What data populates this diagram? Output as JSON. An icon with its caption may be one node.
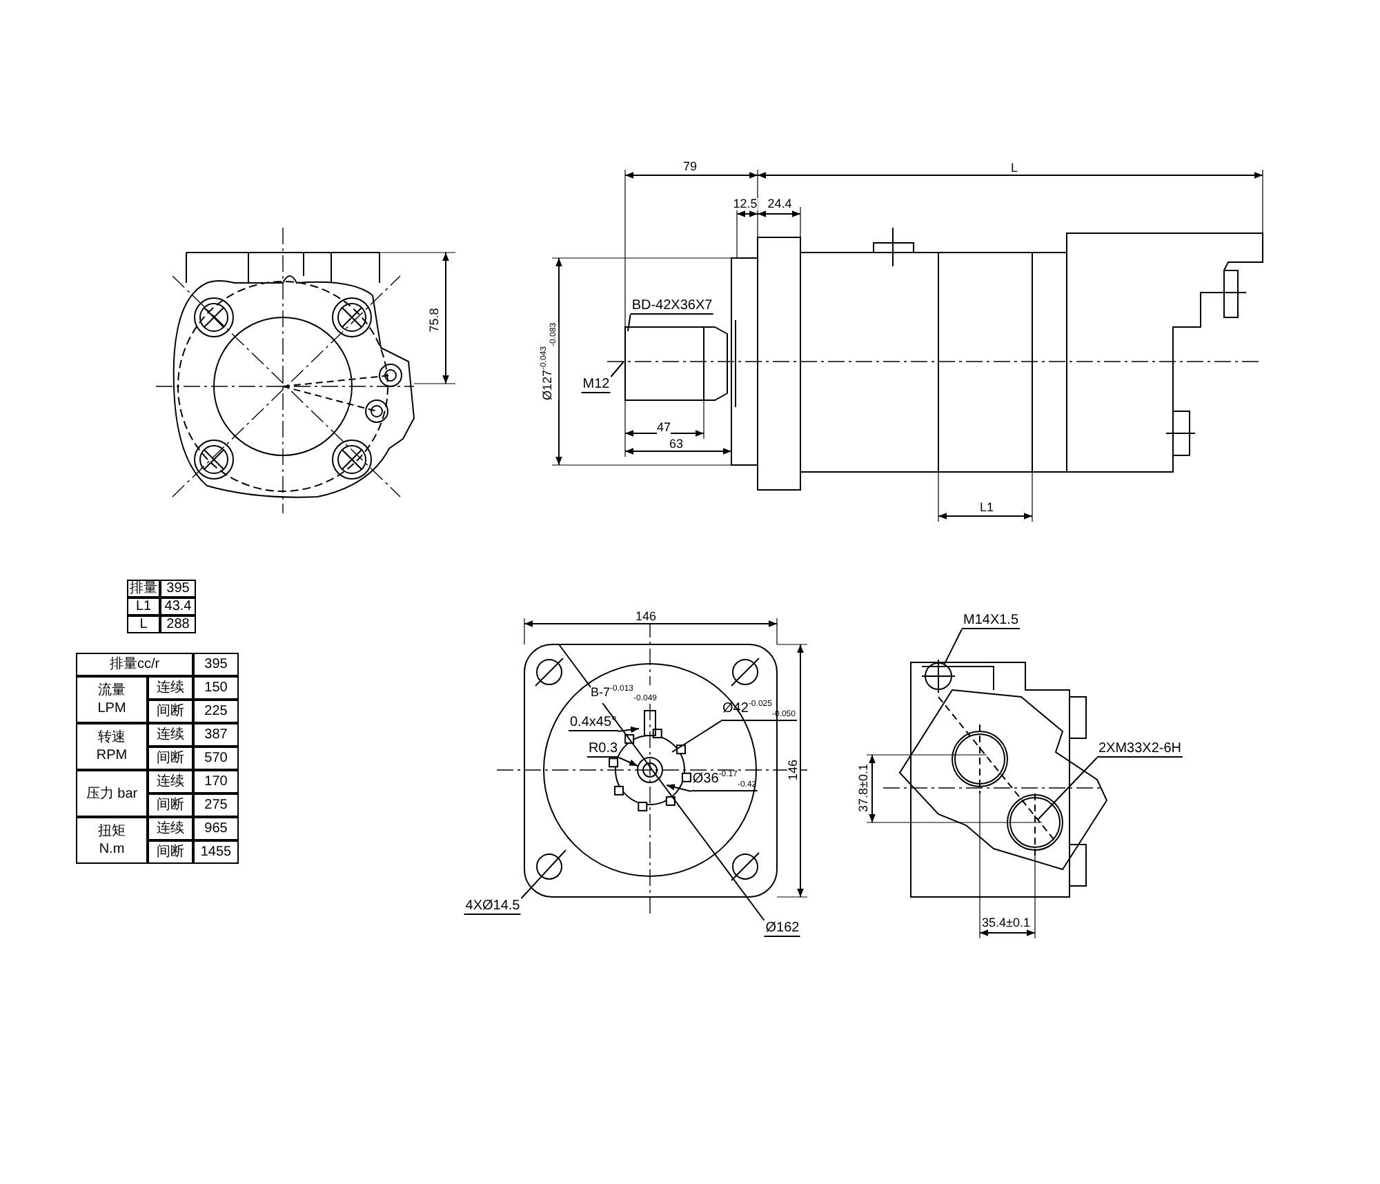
{
  "diagram": {
    "nodes": [
      {
        "text": [
          "BD-42X36X7"
        ]
      },
      {
        "text": [
          "M12"
        ]
      },
      {
        "text": [
          "0.4x45°"
        ]
      },
      {
        "text": [
          "R0.3"
        ]
      },
      {
        "text": [
          "Ø42$^{-0.025}$$_{-0.050}$"
        ]
      },
      {
        "text": [
          "Ø36$^{-0.17}$$_{-0.42}$"
        ]
      },
      {
        "text": [
          "4XØ14.5"
        ]
      },
      {
        "text": [
          "Ø162"
        ]
      },
      {
        "text": [
          "M14X1.5"
        ]
      },
      {
        "text": [
          "2XM33X2-6H"
        ]
      },
      {
        "text": [],
        "shape": "circle"
      }
    ],
    "edges": [
      {
        "from": 0,
        "to": null,
        "arrow": "none"
      },
      {
        "from": 1,
        "to": null,
        "arrow": "none"
      },
      {
        "from": 2,
        "to": null,
        "arrow": "to"
      },
      {
        "from": 3,
        "to": null,
        "arrow": "to"
      },
      {
        "from": 4,
        "to": null,
        "arrow": "none"
      },
      {
        "from": 5,
        "to": null,
        "arrow": "to"
      },
      {
        "from": 6,
        "to": null,
        "arrow": "none"
      },
      {
        "from": 7,
        "to": null,
        "arrow": "none"
      },
      {
        "from": 8,
        "to": 10,
        "arrow": "none"
      },
      {
        "from": 9,
        "to": null,
        "arrow": "none"
      }
    ],
    "labels": [
      "79",
      "L",
      "12.5",
      "24.4",
      "Ø127$^{-0.043}$$_{-0.083}$",
      "75.8",
      "47",
      "63",
      "L1",
      "排量",
      "395",
      "L1",
      "43.4",
      "L",
      "288",
      "排量cc/r",
      "395",
      "流量 LPM",
      "连续",
      "150",
      "间断",
      "225",
      "转速 RPM",
      "连续",
      "387",
      "间断",
      "570",
      "压力 bar",
      "连续",
      "170",
      "间断",
      "275",
      "扭矩 N.m",
      "连续",
      "965",
      "间断",
      "1455",
      "146",
      "146",
      "B-7$^{-0.013}$$_{-0.049}$",
      "37.8±0.1",
      "35.4±0.1"
    ]
  }
}
